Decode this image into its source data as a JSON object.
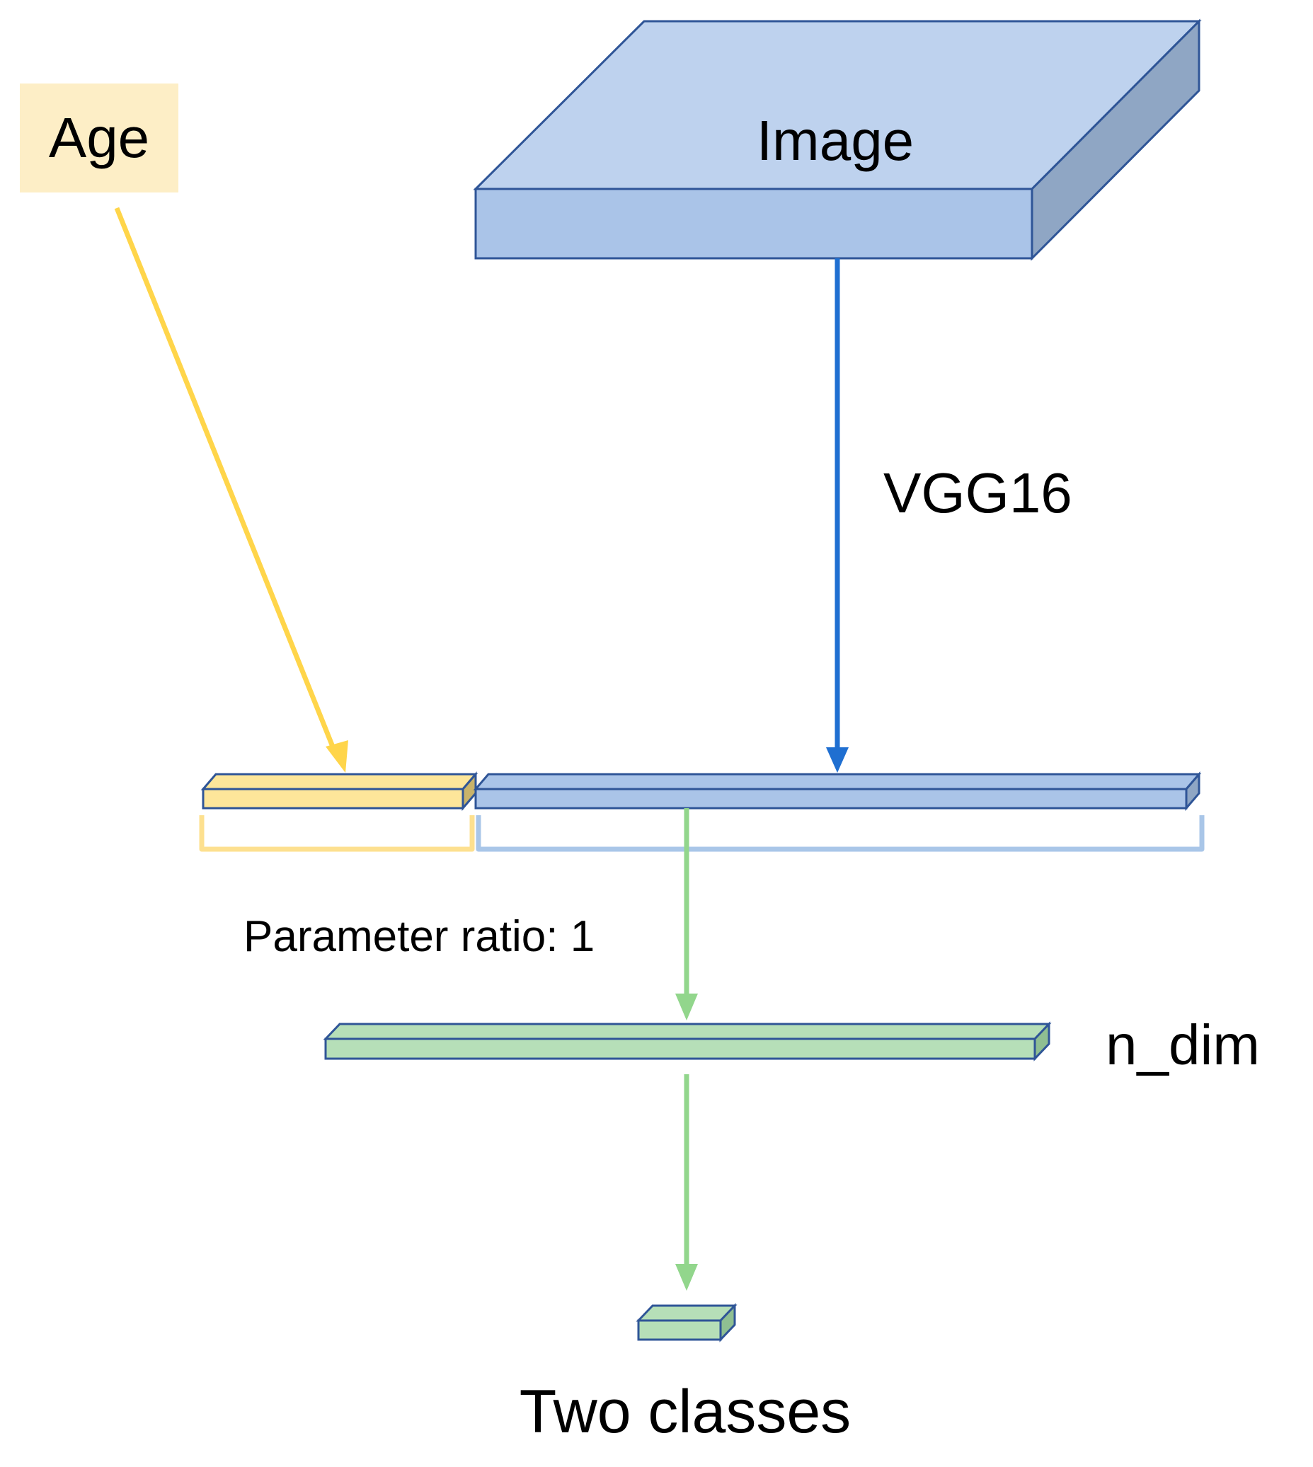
{
  "inputs": {
    "age_label": "Age",
    "image_label": "Image"
  },
  "edges": {
    "image_to_features_label": "VGG16",
    "features_to_hidden_label": "Parameter ratio: 1"
  },
  "layers": {
    "hidden_label": "n_dim",
    "output_label": "Two classes"
  },
  "colors": {
    "age_fill": "#fdeec6",
    "age_bar_fill": "#fde69a",
    "age_arrow": "#ffd54a",
    "age_bracket": "#fde08f",
    "image_top": "#bed2ee",
    "image_front": "#aac4e8",
    "image_side": "#8fa6c4",
    "image_stroke": "#2f5597",
    "vgg_arrow": "#1f6fd1",
    "feature_bar_fill": "#aac4e8",
    "feature_bracket": "#a9c6e8",
    "green_fill": "#b6dfb8",
    "green_arrow": "#92d68c"
  }
}
